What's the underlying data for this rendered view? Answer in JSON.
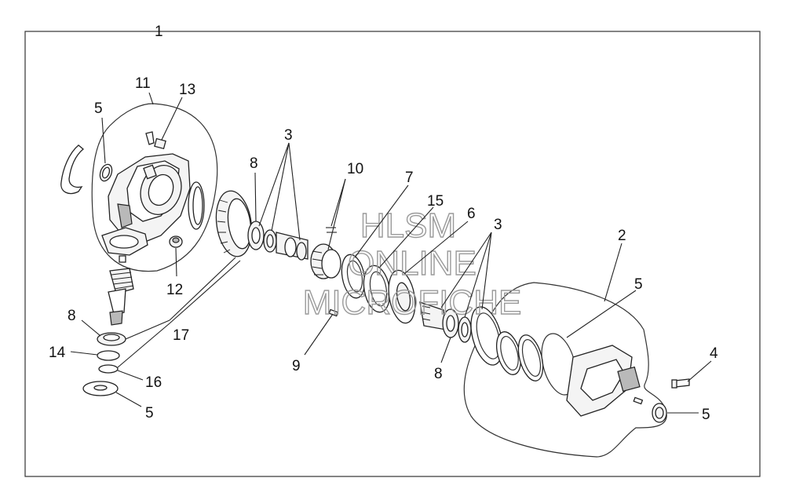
{
  "watermark": {
    "line1": "HLSM",
    "line2": "ONLINE",
    "line3": "MICROFICHE"
  },
  "callouts": {
    "c1": "1",
    "c2": "2",
    "c3a": "3",
    "c3b": "3",
    "c4": "4",
    "c5a": "5",
    "c5b": "5",
    "c5c": "5",
    "c5d": "5",
    "c6": "6",
    "c7": "7",
    "c8a": "8",
    "c8b": "8",
    "c8c": "8",
    "c9": "9",
    "c10": "10",
    "c11": "11",
    "c12": "12",
    "c13": "13",
    "c14": "14",
    "c15": "15",
    "c16": "16",
    "c17": "17"
  }
}
